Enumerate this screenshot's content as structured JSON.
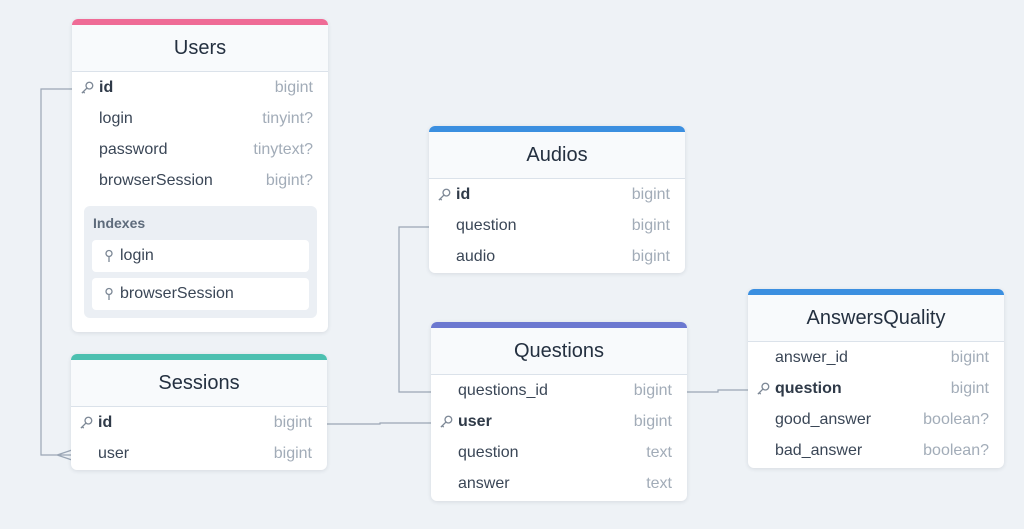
{
  "colors": {
    "users": "#ef6b96",
    "sessions": "#4cc0b0",
    "audios": "#3b8fe0",
    "questions": "#6b78d0",
    "answers_quality": "#3b8fe0"
  },
  "icons": {
    "primary_key": "key-icon",
    "index": "pin-icon"
  },
  "tables": {
    "users": {
      "title": "Users",
      "fields": [
        {
          "name": "id",
          "type": "bigint"
        },
        {
          "name": "login",
          "type": "tinyint?"
        },
        {
          "name": "password",
          "type": "tinytext?"
        },
        {
          "name": "browserSession",
          "type": "bigint?"
        }
      ],
      "indexes_label": "Indexes",
      "indexes": [
        "login",
        "browserSession"
      ]
    },
    "sessions": {
      "title": "Sessions",
      "fields": [
        {
          "name": "id",
          "type": "bigint"
        },
        {
          "name": "user",
          "type": "bigint"
        }
      ]
    },
    "audios": {
      "title": "Audios",
      "fields": [
        {
          "name": "id",
          "type": "bigint"
        },
        {
          "name": "question",
          "type": "bigint"
        },
        {
          "name": "audio",
          "type": "bigint"
        }
      ]
    },
    "questions": {
      "title": "Questions",
      "fields": [
        {
          "name": "questions_id",
          "type": "bigint"
        },
        {
          "name": "user",
          "type": "bigint"
        },
        {
          "name": "question",
          "type": "text"
        },
        {
          "name": "answer",
          "type": "text"
        }
      ]
    },
    "answers_quality": {
      "title": "AnswersQuality",
      "fields": [
        {
          "name": "answer_id",
          "type": "bigint"
        },
        {
          "name": "question",
          "type": "bigint"
        },
        {
          "name": "good_answer",
          "type": "boolean?"
        },
        {
          "name": "bad_answer",
          "type": "boolean?"
        }
      ]
    }
  }
}
